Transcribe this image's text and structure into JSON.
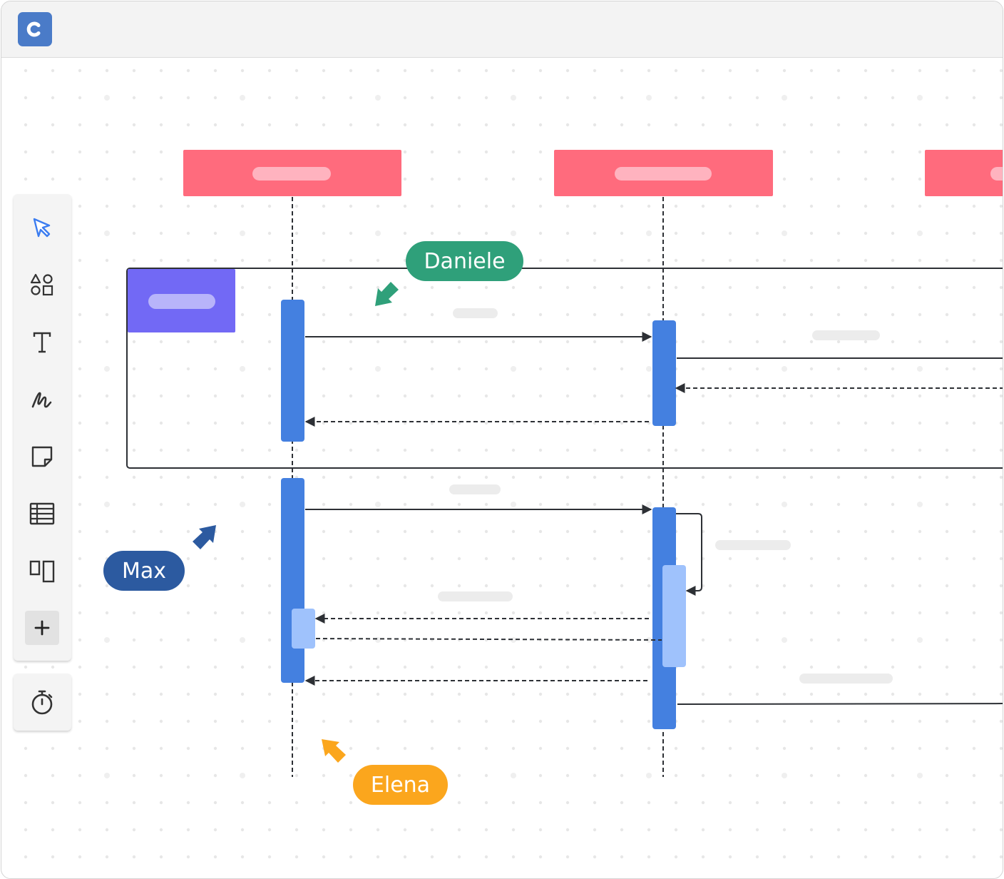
{
  "app": {
    "logo_letter": "C",
    "logo_color": "#4a7bc8"
  },
  "colors": {
    "lifeline_header": "#ff6b7d",
    "lifeline_header_pill": "#ffb3bf",
    "frame_label": "#7269f5",
    "frame_label_pill": "#b8b4fa",
    "activation": "#4480e0",
    "activation_nested": "#9fc2fc",
    "placeholder_text": "#ececec",
    "line": "#2d3035"
  },
  "toolbar": {
    "tools": [
      {
        "name": "select-tool",
        "icon": "cursor-arrow-icon",
        "active": true
      },
      {
        "name": "shapes-tool",
        "icon": "shapes-icon"
      },
      {
        "name": "text-tool",
        "icon": "text-icon"
      },
      {
        "name": "draw-tool",
        "icon": "pen-scribble-icon"
      },
      {
        "name": "sticky-note-tool",
        "icon": "sticky-note-icon"
      },
      {
        "name": "table-tool",
        "icon": "table-icon"
      },
      {
        "name": "layout-tool",
        "icon": "columns-icon"
      },
      {
        "name": "add-tool",
        "icon": "plus-icon"
      }
    ],
    "timer": {
      "name": "timer-tool",
      "icon": "stopwatch-icon"
    }
  },
  "collaborators": [
    {
      "name": "Daniele",
      "color": "#2fa07a"
    },
    {
      "name": "Max",
      "color": "#2c5aa0"
    },
    {
      "name": "Elena",
      "color": "#fba61d"
    }
  ]
}
